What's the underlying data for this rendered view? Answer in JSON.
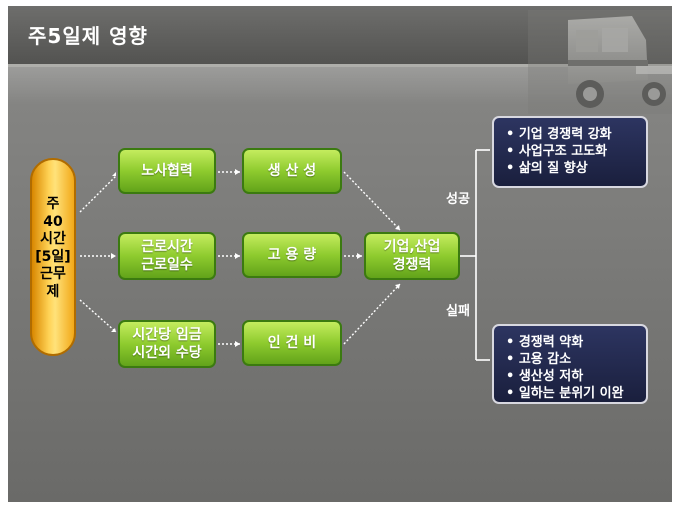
{
  "title": "주5일제 영향",
  "left_label": [
    "주",
    "40",
    "시간",
    "[5일]",
    "근무",
    "제"
  ],
  "column1": [
    "노사협력",
    "근로시간\n근로일수",
    "시간당 임금\n시간외 수당"
  ],
  "column2": [
    "생 산 성",
    "고 용 량",
    "인 건 비"
  ],
  "center": "기업,산업\n경쟁력",
  "branch_success": "성공",
  "branch_failure": "실패",
  "success_items": [
    "기업 경쟁력 강화",
    "사업구조 고도화",
    "삶의 질 향상"
  ],
  "failure_items": [
    "경쟁력 약화",
    "고용 감소",
    "생산성 저하",
    "일하는 분위기 이완"
  ],
  "colors": {
    "green": "#8ecb2e",
    "orange": "#ffd255",
    "navy": "#1a1f3d"
  }
}
